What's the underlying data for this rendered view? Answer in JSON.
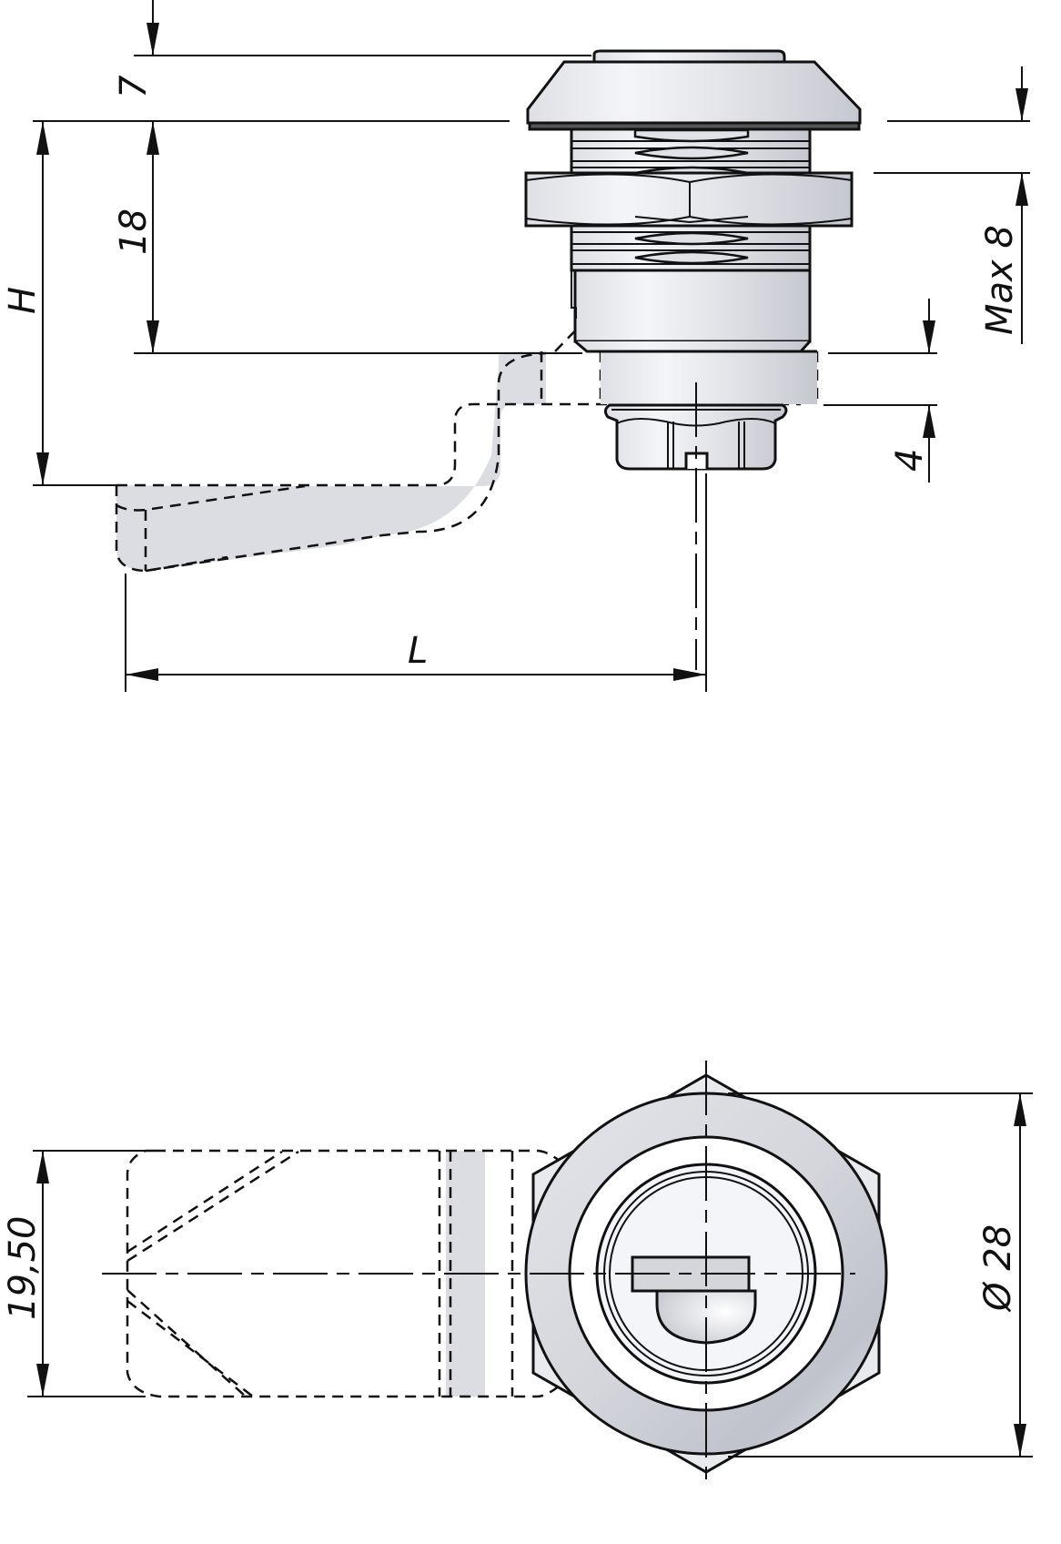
{
  "drawing": {
    "subject": "Cam lock with offset cam (lever)",
    "views": [
      {
        "name": "side-view",
        "dimensions": {
          "flange_height": "7",
          "body_height": "18",
          "overall_height": "H",
          "panel_thickness": "Max 8",
          "spigot_length": "4",
          "cam_length": "L"
        }
      },
      {
        "name": "front-view",
        "dimensions": {
          "cam_width": "19,50",
          "flange_diameter": "Ø 28"
        }
      }
    ],
    "colors": {
      "line": "#111111",
      "metal_light": "#f2f3f6",
      "metal_mid": "#e1e2e7",
      "metal_dark": "#c3c6cf",
      "hidden_fill": "#dcdde2"
    }
  }
}
